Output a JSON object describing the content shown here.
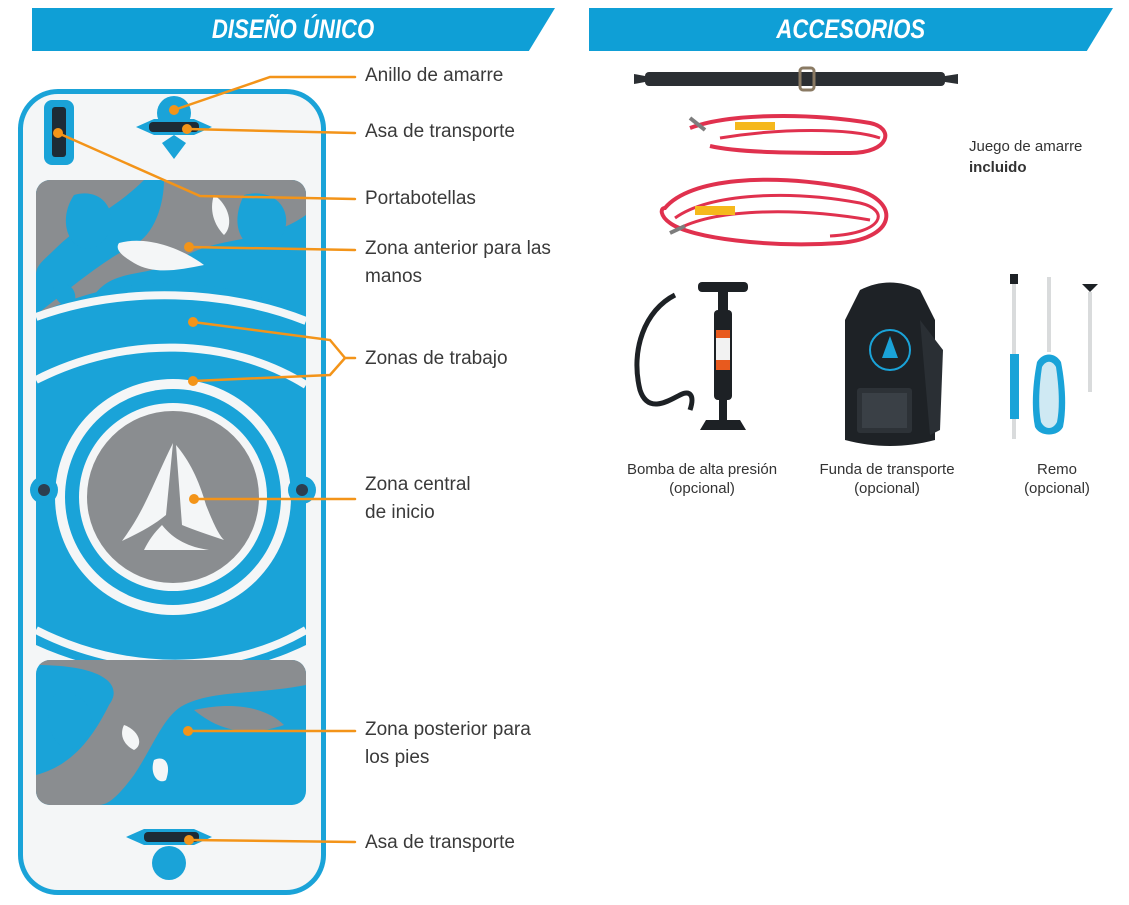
{
  "colors": {
    "banner": "#0f9fd6",
    "board_blue": "#1aa3d8",
    "board_grey": "#8a8d90",
    "leader": "#f39419"
  },
  "left_section": {
    "title": "DISEÑO ÚNICO",
    "callouts": {
      "anillo": "Anillo de amarre",
      "asa_top": "Asa de transporte",
      "portabotellas": "Portabotellas",
      "zona_anterior_1": "Zona anterior para las",
      "zona_anterior_2": "manos",
      "zonas_trabajo": "Zonas de trabajo",
      "zona_central_1": "Zona central",
      "zona_central_2": "de inicio",
      "zona_posterior_1": "Zona posterior para",
      "zona_posterior_2": "los pies",
      "asa_bottom": "Asa de transporte"
    }
  },
  "right_section": {
    "title": "ACCESORIOS",
    "juego": {
      "line1": "Juego de amarre",
      "line2": "incluido"
    },
    "items": {
      "bomba_1": "Bomba de alta presión",
      "bomba_2": "(opcional)",
      "funda_1": "Funda de transporte",
      "funda_2": "(opcional)",
      "remo_1": "Remo",
      "remo_2": "(opcional)"
    }
  }
}
